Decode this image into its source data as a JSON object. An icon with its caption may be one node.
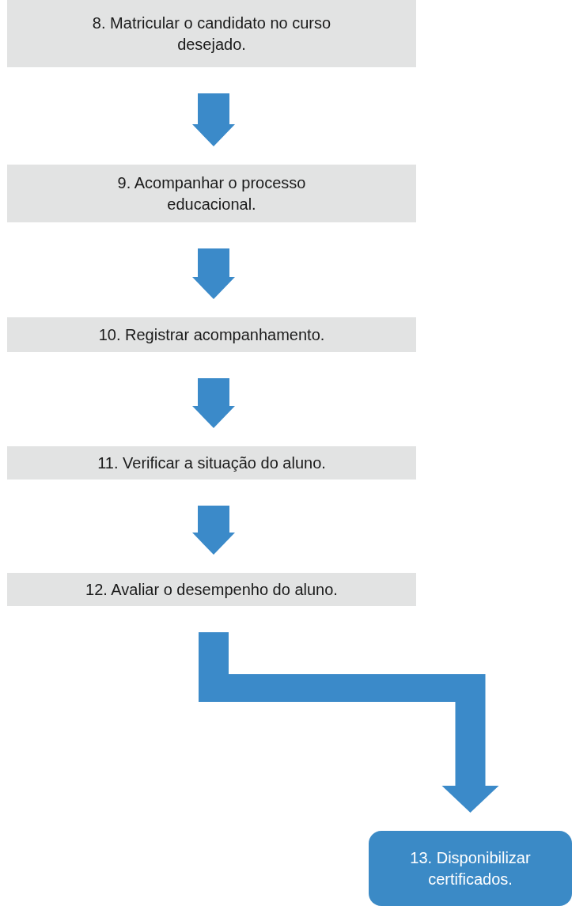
{
  "diagram": {
    "nodes": [
      {
        "text": [
          "8. Matricular o candidato no curso desejado."
        ]
      },
      {
        "text": [
          "9. Acompanhar o processo educacional."
        ]
      },
      {
        "text": [
          "10. Registrar acompanhamento."
        ]
      },
      {
        "text": [
          "11. Verificar a situação do aluno."
        ]
      },
      {
        "text": [
          "12. Avaliar o desempenho do aluno."
        ]
      },
      {
        "text": [
          "13. Disponibilizar certificados."
        ]
      }
    ],
    "edges": [
      {
        "from": 0,
        "to": 1,
        "arrow": "to"
      },
      {
        "from": 1,
        "to": 2,
        "arrow": "to"
      },
      {
        "from": 2,
        "to": 3,
        "arrow": "to"
      },
      {
        "from": 3,
        "to": 4,
        "arrow": "to"
      },
      {
        "from": 4,
        "to": 5,
        "arrow": "to"
      }
    ]
  }
}
